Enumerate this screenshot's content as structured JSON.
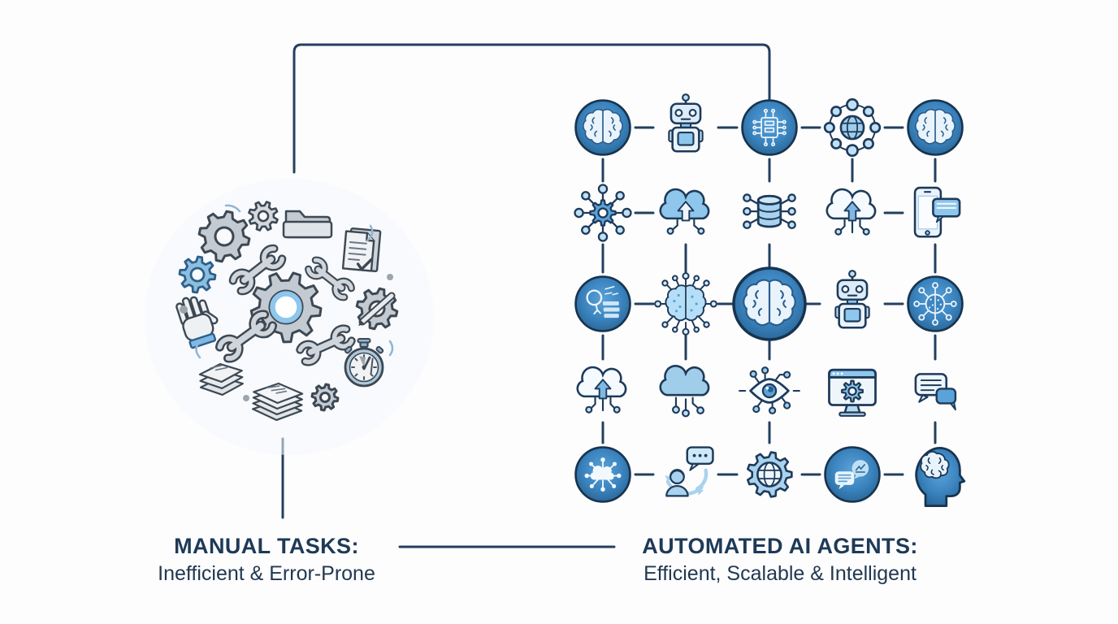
{
  "diagram_title": "Manual Tasks vs Automated AI Agents",
  "colors": {
    "background": "#fdfdfe",
    "line_navy": "#22405f",
    "text_navy": "#1d3a57",
    "circle_blue_dark": "#27618f",
    "circle_blue_mid": "#3b84bf",
    "circle_blue_light": "#5aa2d8",
    "icon_blue_pale": "#e9f3fb",
    "icon_blue_light": "#bfe0f4",
    "icon_blue_mid": "#8ec6ec",
    "cluster_gray": "#c3cad1",
    "cluster_stroke": "#3d4853",
    "cluster_blue": "#8cbede"
  },
  "left_panel": {
    "caption_title": "MANUAL TASKS:",
    "caption_subtitle": "Inefficient & Error-Prone",
    "cluster_icons": [
      "gear",
      "small-gear",
      "folder",
      "documents-check",
      "blue-gear",
      "wrench",
      "center-gear",
      "wrench",
      "gear-pencil",
      "hand-stop",
      "wrench",
      "wrench",
      "stopwatch",
      "paper-stack",
      "paper-stack",
      "small-gear"
    ]
  },
  "right_panel": {
    "caption_title": "AUTOMATED AI AGENTS:",
    "caption_subtitle": "Efficient, Scalable & Intelligent",
    "grid": {
      "rows": 5,
      "cols": 5,
      "icons": [
        [
          "brain-circle",
          "robot",
          "chip-circle",
          "globe-network",
          "brain-circle"
        ],
        [
          "gear-network",
          "cloud-upload-blue",
          "database-network",
          "cloud-upload-white",
          "phone-chat"
        ],
        [
          "search-list-circle",
          "brain-network",
          "brain-circle-large",
          "robot",
          "neural-circle"
        ],
        [
          "cloud-upload-white",
          "cloud-network",
          "eye-circuit",
          "monitor-gear",
          "chat-bubbles"
        ],
        [
          "cloud-network-circle",
          "person-chat",
          "gear-globe",
          "chat-circle",
          "head-brain"
        ]
      ],
      "h_connectors": [
        [
          1,
          1,
          1,
          1
        ],
        [
          1,
          0,
          0,
          1
        ],
        [
          1,
          1,
          1,
          1
        ],
        [
          0,
          0,
          0,
          0
        ],
        [
          1,
          1,
          1,
          1
        ]
      ],
      "v_connectors": [
        [
          1,
          0,
          1,
          1,
          1
        ],
        [
          1,
          1,
          1,
          0,
          1
        ],
        [
          1,
          1,
          1,
          0,
          1
        ],
        [
          1,
          0,
          1,
          0,
          1
        ]
      ]
    }
  }
}
